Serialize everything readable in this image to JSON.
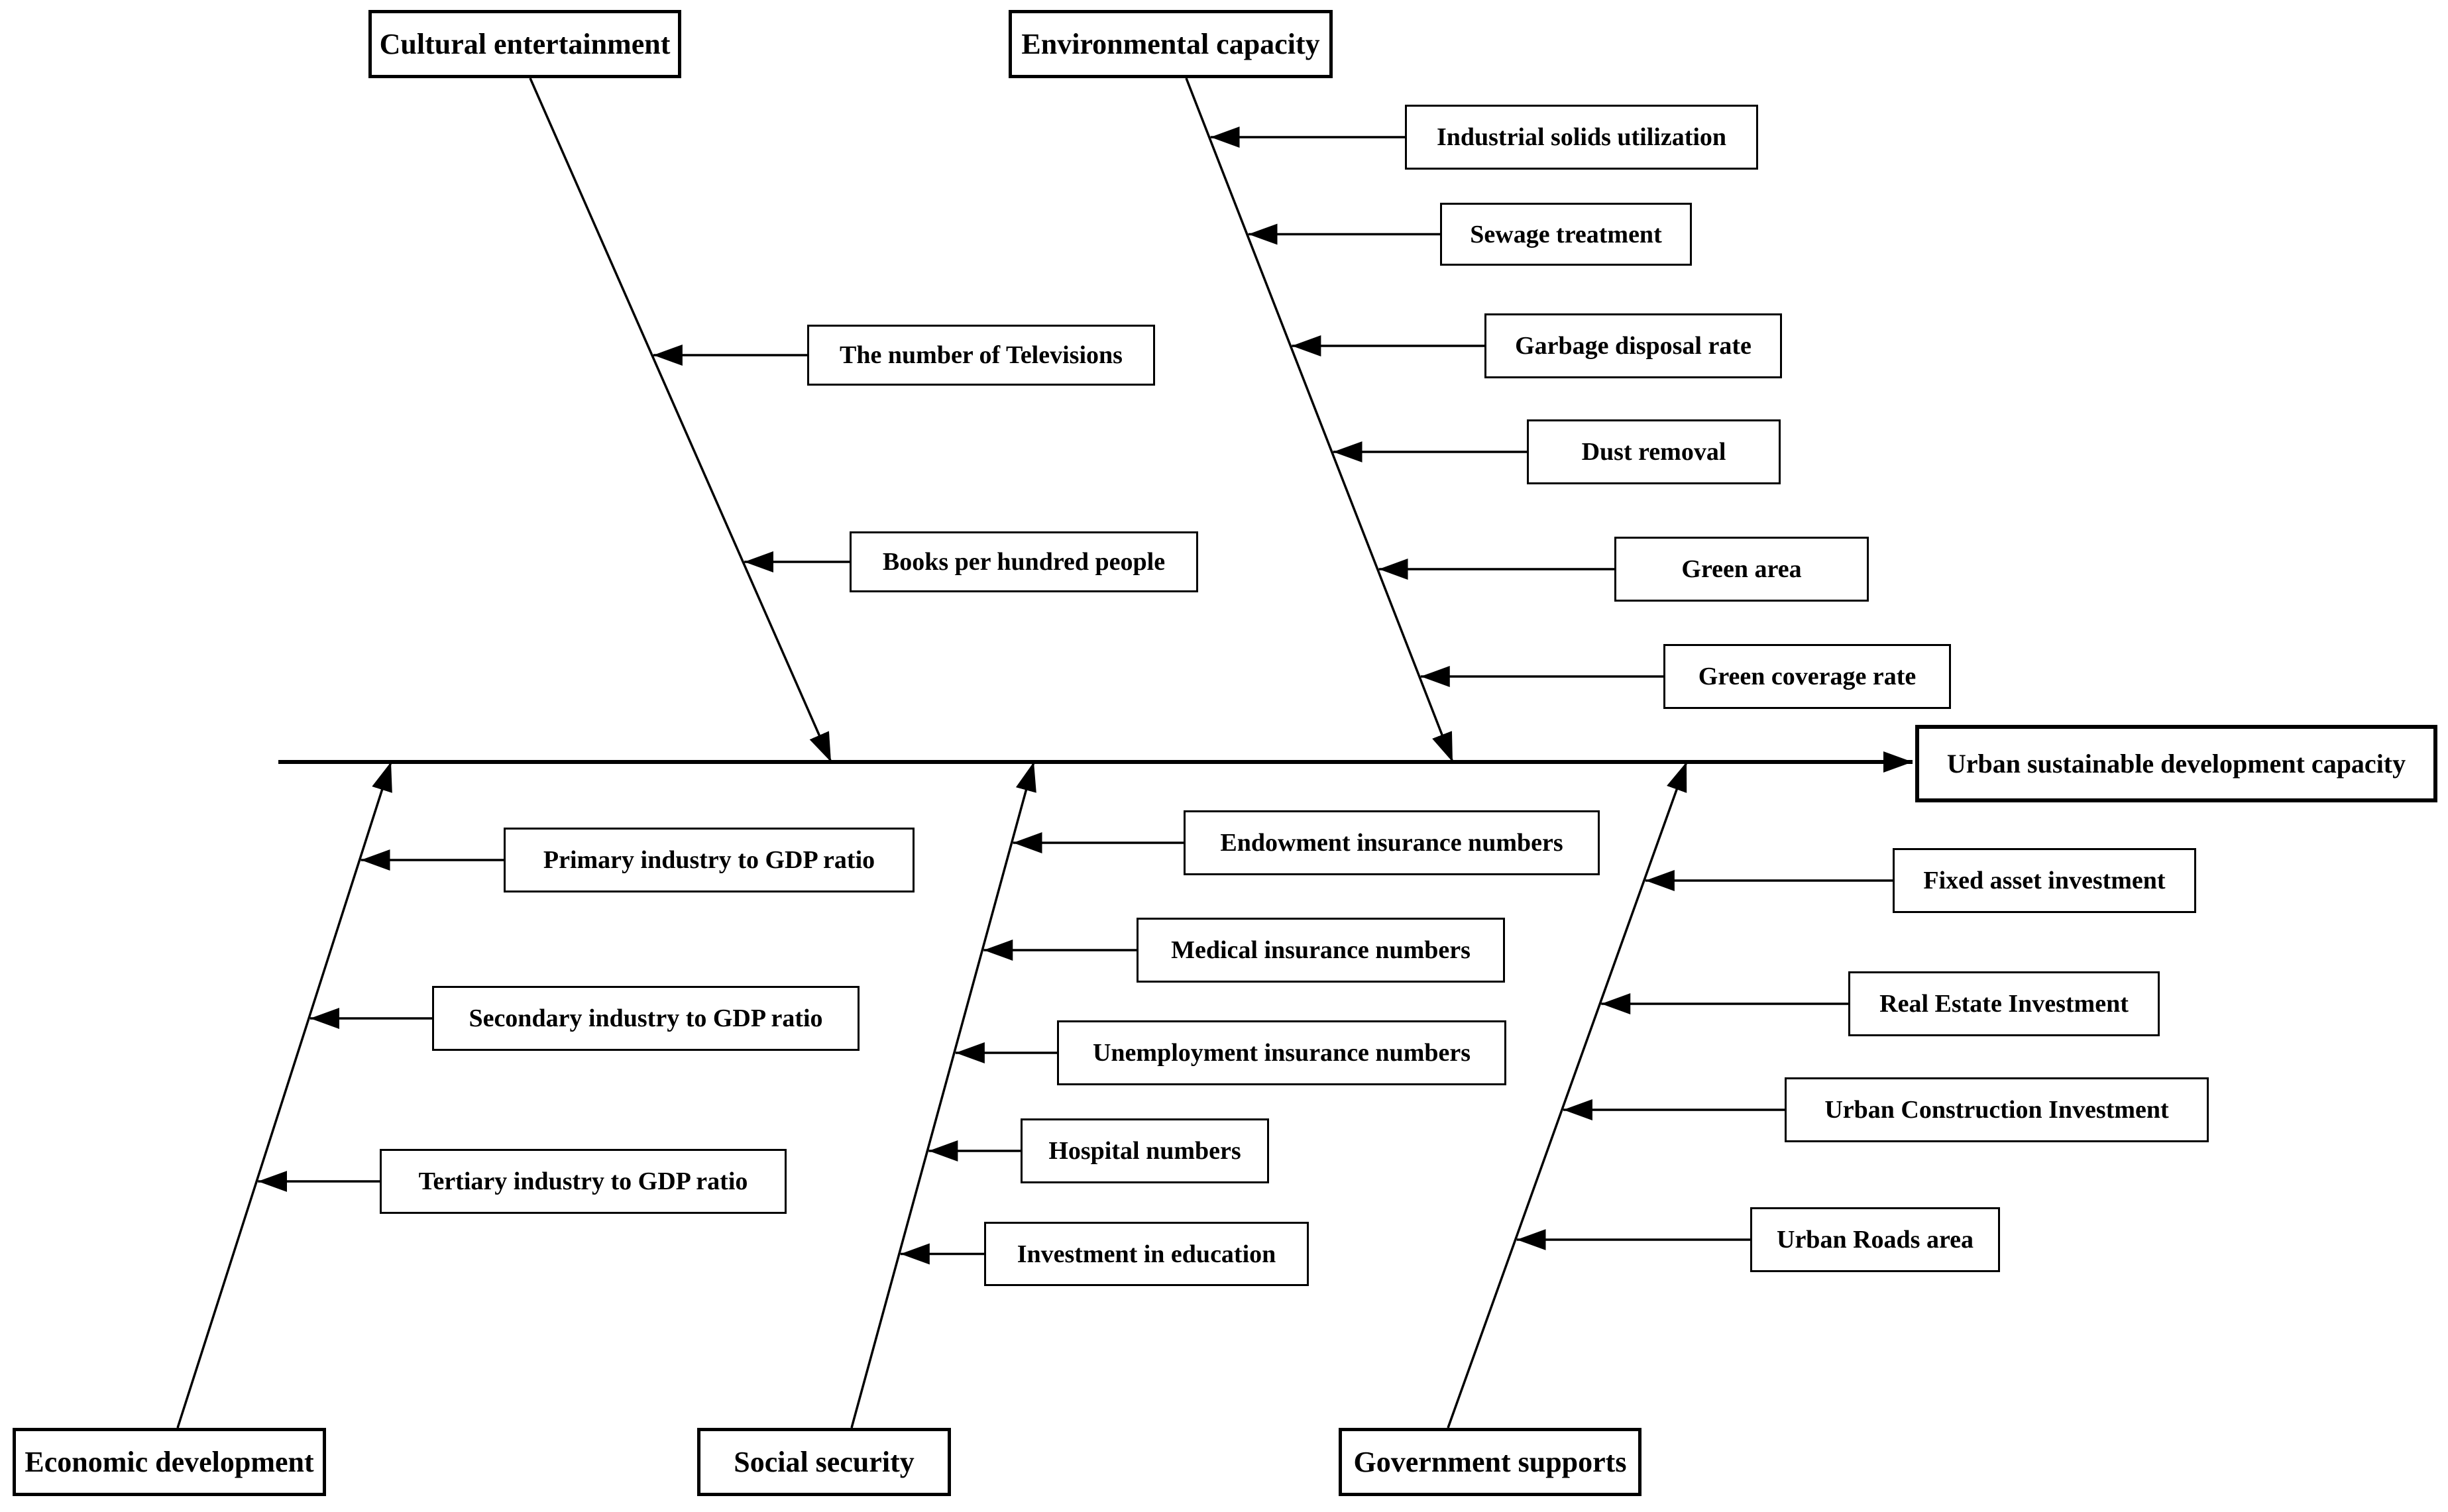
{
  "diagram": {
    "type": "fishbone",
    "effect_label": "Urban sustainable development capacity",
    "branches": [
      {
        "name": "Cultural entertainment",
        "side": "top",
        "items": [
          "The number of Televisions",
          "Books per hundred people"
        ]
      },
      {
        "name": "Environmental capacity",
        "side": "top",
        "items": [
          "Industrial solids utilization",
          "Sewage treatment",
          "Garbage disposal rate",
          "Dust removal",
          "Green area",
          "Green coverage rate"
        ]
      },
      {
        "name": "Economic development",
        "side": "bottom",
        "items": [
          "Primary industry to GDP ratio",
          "Secondary industry to GDP ratio",
          "Tertiary industry to GDP ratio"
        ]
      },
      {
        "name": "Social security",
        "side": "bottom",
        "items": [
          "Endowment insurance numbers",
          "Medical insurance numbers",
          "Unemployment insurance numbers",
          "Hospital numbers",
          "Investment in education"
        ]
      },
      {
        "name": "Government supports",
        "side": "bottom",
        "items": [
          "Fixed asset investment",
          "Real Estate Investment",
          "Urban Construction Investment",
          "Urban Roads area"
        ]
      }
    ],
    "colors": {
      "line": "#000000",
      "box_border": "#000000",
      "box_background": "#ffffff",
      "text": "#000000",
      "page_background": "#ffffff"
    }
  }
}
